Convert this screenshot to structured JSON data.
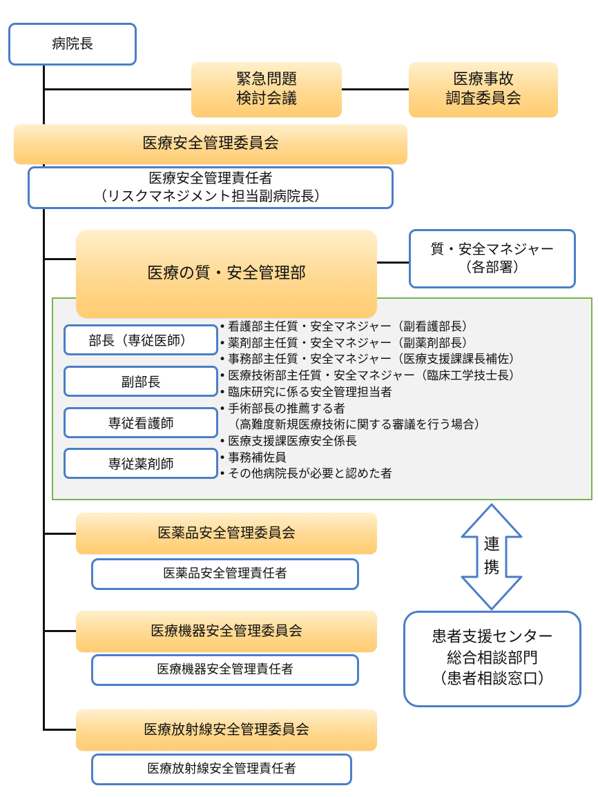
{
  "director": "病院長",
  "emergency_meeting": [
    "緊急問題",
    "検討会議"
  ],
  "accident_committee": [
    "医療事故",
    "調査委員会"
  ],
  "safety_committee": "医療安全管理委員会",
  "safety_officer": [
    "医療安全管理責任者",
    "（リスクマネジメント担当副病院長）"
  ],
  "quality_dept": "医療の質・安全管理部",
  "quality_managers": [
    "質・安全マネジャー",
    "（各部署）"
  ],
  "roles": [
    "部長（専従医師）",
    "副部長",
    "専従看護師",
    "専従薬剤師"
  ],
  "members": [
    "看護部主任質・安全マネジャー（副看護部長）",
    "薬剤部主任質・安全マネジャー（副薬剤部長）",
    "事務部主任質・安全マネジャー（医療支援課課長補佐）",
    "医療技術部主任質・安全マネジャー（臨床工学技士長）",
    "臨床研究に係る安全管理担当者",
    "手術部長の推薦する者",
    "（高難度新規医療技術に関する審議を行う場合）",
    "医療支援課医療安全係長",
    "事務補佐員",
    "その他病院長が必要と認めた者"
  ],
  "bullet_mark": "•",
  "drug_committee": "医薬品安全管理委員会",
  "drug_officer": "医薬品安全管理責任者",
  "device_committee": "医療機器安全管理委員会",
  "device_officer": "医療機器安全管理責任者",
  "radiation_committee": "医療放射線安全管理委員会",
  "radiation_officer": "医療放射線安全管理責任者",
  "cooperation": [
    "連",
    "携"
  ],
  "patient_center": [
    "患者支援センター",
    "総合相談部門",
    "（患者相談窓口）"
  ],
  "colors": {
    "box_border": "#4a7ec8",
    "committee_fill": "#ffd991",
    "group_border": "#78b450",
    "group_fill": "#f2f2f2"
  }
}
